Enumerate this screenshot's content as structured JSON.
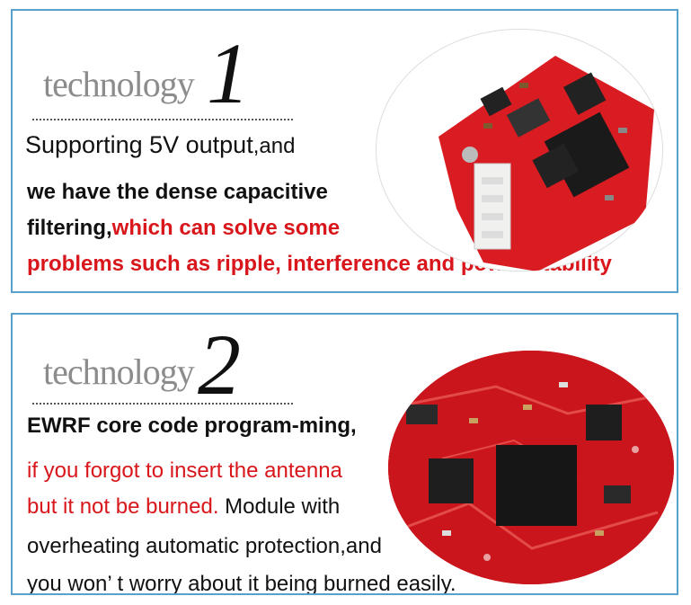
{
  "sections": [
    {
      "heading_word": "technology",
      "heading_number": "1",
      "lines": [
        {
          "parts": [
            "Supporting 5V output",
            ",and"
          ]
        },
        {
          "parts": [
            "we have the dense capacitive"
          ]
        },
        {
          "parts": [
            "filtering,",
            "which can solve some"
          ]
        },
        {
          "parts": [
            "problems such as ripple, interference and power stability"
          ]
        }
      ],
      "photo_icon": "pcb-board-photo"
    },
    {
      "heading_word": "technology",
      "heading_number": "2",
      "lines": [
        {
          "parts": [
            "EWRF core code program-ming,"
          ]
        },
        {
          "parts": [
            "if you forgot to insert the antenna"
          ]
        },
        {
          "parts": [
            "but it not be burned.",
            " Module with"
          ]
        },
        {
          "parts": [
            "overheating automatic protection,and"
          ]
        },
        {
          "parts": [
            "you won’ t worry about it being burned easily."
          ]
        }
      ],
      "photo_icon": "pcb-closeup-photo"
    }
  ],
  "colors": {
    "border": "#5aa0cc",
    "accent_red": "#d8161b",
    "heading_gray": "#8c8c8c",
    "pcb_red": "#c9151b"
  }
}
